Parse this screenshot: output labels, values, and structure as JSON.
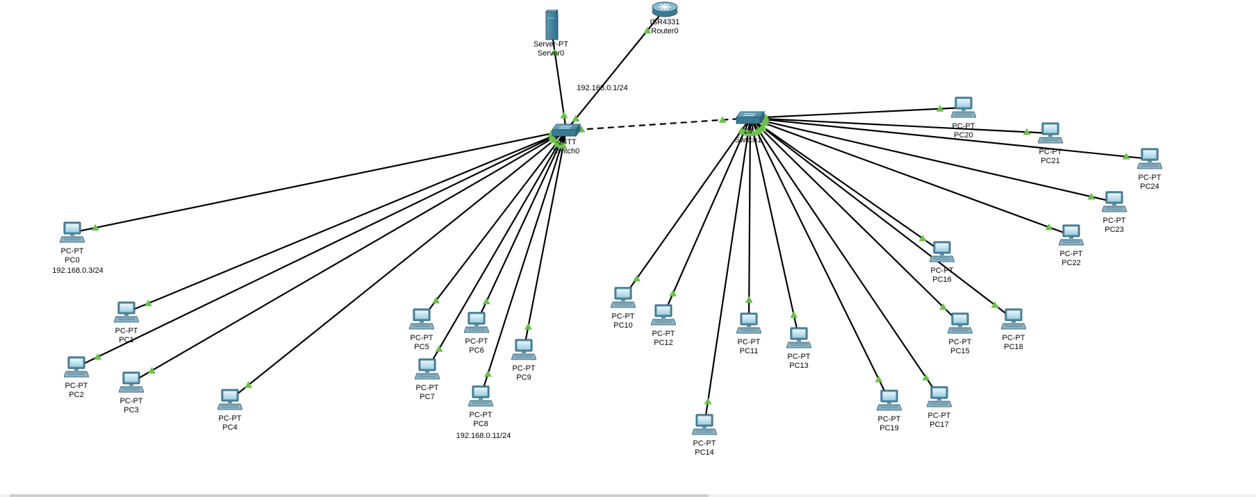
{
  "colors": {
    "link": "#000000",
    "port_up": "#6cc04a",
    "device": "#3c7f99",
    "background": "#ffffff"
  },
  "devices": [
    {
      "id": "Server0",
      "type": "Server-PT",
      "name": "Server0",
      "icon": "server-icon"
    },
    {
      "id": "Router0",
      "type": "ISR4331",
      "name": "Router0",
      "icon": "router-icon"
    },
    {
      "id": "Switch0",
      "type": "-24TT",
      "name": "Switch0",
      "icon": "switch-icon"
    },
    {
      "id": "Switch1",
      "type": "29",
      "name": "Switch1",
      "icon": "switch-icon"
    },
    {
      "id": "PC0",
      "type": "PC-PT",
      "name": "PC0",
      "icon": "pc-icon"
    },
    {
      "id": "PC1",
      "type": "PC-PT",
      "name": "PC1",
      "icon": "pc-icon"
    },
    {
      "id": "PC2",
      "type": "PC-PT",
      "name": "PC2",
      "icon": "pc-icon"
    },
    {
      "id": "PC3",
      "type": "PC-PT",
      "name": "PC3",
      "icon": "pc-icon"
    },
    {
      "id": "PC4",
      "type": "PC-PT",
      "name": "PC4",
      "icon": "pc-icon"
    },
    {
      "id": "PC5",
      "type": "PC-PT",
      "name": "PC5",
      "icon": "pc-icon"
    },
    {
      "id": "PC6",
      "type": "PC-PT",
      "name": "PC6",
      "icon": "pc-icon"
    },
    {
      "id": "PC7",
      "type": "PC-PT",
      "name": "PC7",
      "icon": "pc-icon"
    },
    {
      "id": "PC8",
      "type": "PC-PT",
      "name": "PC8",
      "icon": "pc-icon"
    },
    {
      "id": "PC9",
      "type": "PC-PT",
      "name": "PC9",
      "icon": "pc-icon"
    },
    {
      "id": "PC10",
      "type": "PC-PT",
      "name": "PC10",
      "icon": "pc-icon"
    },
    {
      "id": "PC11",
      "type": "PC-PT",
      "name": "PC11",
      "icon": "pc-icon"
    },
    {
      "id": "PC12",
      "type": "PC-PT",
      "name": "PC12",
      "icon": "pc-icon"
    },
    {
      "id": "PC13",
      "type": "PC-PT",
      "name": "PC13",
      "icon": "pc-icon"
    },
    {
      "id": "PC14",
      "type": "PC-PT",
      "name": "PC14",
      "icon": "pc-icon"
    },
    {
      "id": "PC15",
      "type": "PC-PT",
      "name": "PC15",
      "icon": "pc-icon"
    },
    {
      "id": "PC16",
      "type": "PC-PT",
      "name": "PC16",
      "icon": "pc-icon"
    },
    {
      "id": "PC17",
      "type": "PC-PT",
      "name": "PC17",
      "icon": "pc-icon"
    },
    {
      "id": "PC18",
      "type": "PC-PT",
      "name": "PC18",
      "icon": "pc-icon"
    },
    {
      "id": "PC19",
      "type": "PC-PT",
      "name": "PC19",
      "icon": "pc-icon"
    },
    {
      "id": "PC20",
      "type": "PC-PT",
      "name": "PC20",
      "icon": "pc-icon"
    },
    {
      "id": "PC21",
      "type": "PC-PT",
      "name": "PC21",
      "icon": "pc-icon"
    },
    {
      "id": "PC22",
      "type": "PC-PT",
      "name": "PC22",
      "icon": "pc-icon"
    },
    {
      "id": "PC23",
      "type": "PC-PT",
      "name": "PC23",
      "icon": "pc-icon"
    },
    {
      "id": "PC24",
      "type": "PC-PT",
      "name": "PC24",
      "icon": "pc-icon"
    }
  ],
  "links": [
    {
      "from": "Switch0",
      "to": "Server0"
    },
    {
      "from": "Switch0",
      "to": "Router0"
    },
    {
      "from": "Switch0",
      "to": "Switch1",
      "style": "crossover"
    },
    {
      "from": "Switch0",
      "to": "PC0"
    },
    {
      "from": "Switch0",
      "to": "PC1"
    },
    {
      "from": "Switch0",
      "to": "PC2"
    },
    {
      "from": "Switch0",
      "to": "PC3"
    },
    {
      "from": "Switch0",
      "to": "PC4"
    },
    {
      "from": "Switch0",
      "to": "PC5"
    },
    {
      "from": "Switch0",
      "to": "PC6"
    },
    {
      "from": "Switch0",
      "to": "PC7"
    },
    {
      "from": "Switch0",
      "to": "PC8"
    },
    {
      "from": "Switch0",
      "to": "PC9"
    },
    {
      "from": "Switch1",
      "to": "PC10"
    },
    {
      "from": "Switch1",
      "to": "PC11"
    },
    {
      "from": "Switch1",
      "to": "PC12"
    },
    {
      "from": "Switch1",
      "to": "PC13"
    },
    {
      "from": "Switch1",
      "to": "PC14"
    },
    {
      "from": "Switch1",
      "to": "PC15"
    },
    {
      "from": "Switch1",
      "to": "PC16"
    },
    {
      "from": "Switch1",
      "to": "PC17"
    },
    {
      "from": "Switch1",
      "to": "PC18"
    },
    {
      "from": "Switch1",
      "to": "PC19"
    },
    {
      "from": "Switch1",
      "to": "PC20"
    },
    {
      "from": "Switch1",
      "to": "PC21"
    },
    {
      "from": "Switch1",
      "to": "PC22"
    },
    {
      "from": "Switch1",
      "to": "PC23"
    },
    {
      "from": "Switch1",
      "to": "PC24"
    }
  ],
  "notes": [
    {
      "id": "router-ip",
      "text": "192.168.0.1/24"
    },
    {
      "id": "pc0-ip",
      "text": "192.168.0.3/24"
    },
    {
      "id": "pc8-ip",
      "text": "192.168.0.11/24"
    }
  ]
}
